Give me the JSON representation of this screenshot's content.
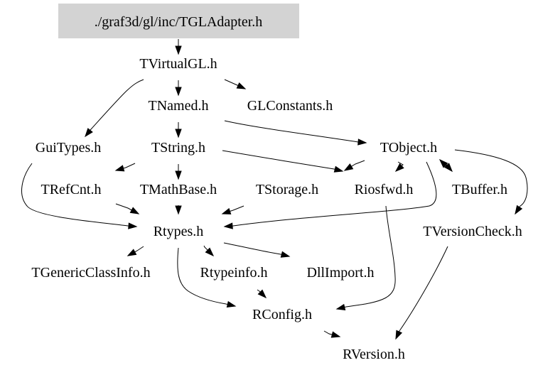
{
  "diagram": {
    "type": "include-dependency-graph",
    "root": "root",
    "colors": {
      "root_fill": "#d3d3d3",
      "text": "#000000",
      "edge": "#000000",
      "background": "#ffffff"
    },
    "nodes": [
      {
        "id": "root",
        "label": "./graf3d/gl/inc/TGLAdapter.h",
        "highlighted": true
      },
      {
        "id": "tvirtualgl",
        "label": "TVirtualGL.h"
      },
      {
        "id": "tnamed",
        "label": "TNamed.h"
      },
      {
        "id": "glconstants",
        "label": "GLConstants.h"
      },
      {
        "id": "guitypes",
        "label": "GuiTypes.h"
      },
      {
        "id": "tstring",
        "label": "TString.h"
      },
      {
        "id": "tobject",
        "label": "TObject.h"
      },
      {
        "id": "trefcnt",
        "label": "TRefCnt.h"
      },
      {
        "id": "tmathbase",
        "label": "TMathBase.h"
      },
      {
        "id": "tstorage",
        "label": "TStorage.h"
      },
      {
        "id": "riosfwd",
        "label": "Riosfwd.h"
      },
      {
        "id": "tbuffer",
        "label": "TBuffer.h"
      },
      {
        "id": "rtypes",
        "label": "Rtypes.h"
      },
      {
        "id": "tversioncheck",
        "label": "TVersionCheck.h"
      },
      {
        "id": "tgenericclassinfo",
        "label": "TGenericClassInfo.h"
      },
      {
        "id": "rtypeinfo",
        "label": "Rtypeinfo.h"
      },
      {
        "id": "dllimport",
        "label": "DllImport.h"
      },
      {
        "id": "rconfig",
        "label": "RConfig.h"
      },
      {
        "id": "rversion",
        "label": "RVersion.h"
      }
    ],
    "edges": [
      {
        "from": "root",
        "to": "tvirtualgl"
      },
      {
        "from": "tvirtualgl",
        "to": "tnamed"
      },
      {
        "from": "tvirtualgl",
        "to": "glconstants"
      },
      {
        "from": "tvirtualgl",
        "to": "guitypes"
      },
      {
        "from": "tnamed",
        "to": "tstring"
      },
      {
        "from": "tnamed",
        "to": "tobject"
      },
      {
        "from": "guitypes",
        "to": "rtypes"
      },
      {
        "from": "tstring",
        "to": "trefcnt"
      },
      {
        "from": "tstring",
        "to": "tmathbase"
      },
      {
        "from": "tstring",
        "to": "riosfwd"
      },
      {
        "from": "tobject",
        "to": "riosfwd"
      },
      {
        "from": "tobject",
        "to": "tstorage"
      },
      {
        "from": "tobject",
        "to": "tbuffer"
      },
      {
        "from": "tbuffer",
        "to": "tobject"
      },
      {
        "from": "tobject",
        "to": "rtypes"
      },
      {
        "from": "tobject",
        "to": "tversioncheck"
      },
      {
        "from": "trefcnt",
        "to": "rtypes"
      },
      {
        "from": "tmathbase",
        "to": "rtypes"
      },
      {
        "from": "tstorage",
        "to": "rtypes"
      },
      {
        "from": "riosfwd",
        "to": "rconfig"
      },
      {
        "from": "rtypes",
        "to": "tgenericclassinfo"
      },
      {
        "from": "rtypes",
        "to": "rtypeinfo"
      },
      {
        "from": "rtypes",
        "to": "dllimport"
      },
      {
        "from": "rtypes",
        "to": "rconfig"
      },
      {
        "from": "rtypeinfo",
        "to": "rconfig"
      },
      {
        "from": "rconfig",
        "to": "rversion"
      },
      {
        "from": "tversioncheck",
        "to": "rversion"
      }
    ]
  }
}
